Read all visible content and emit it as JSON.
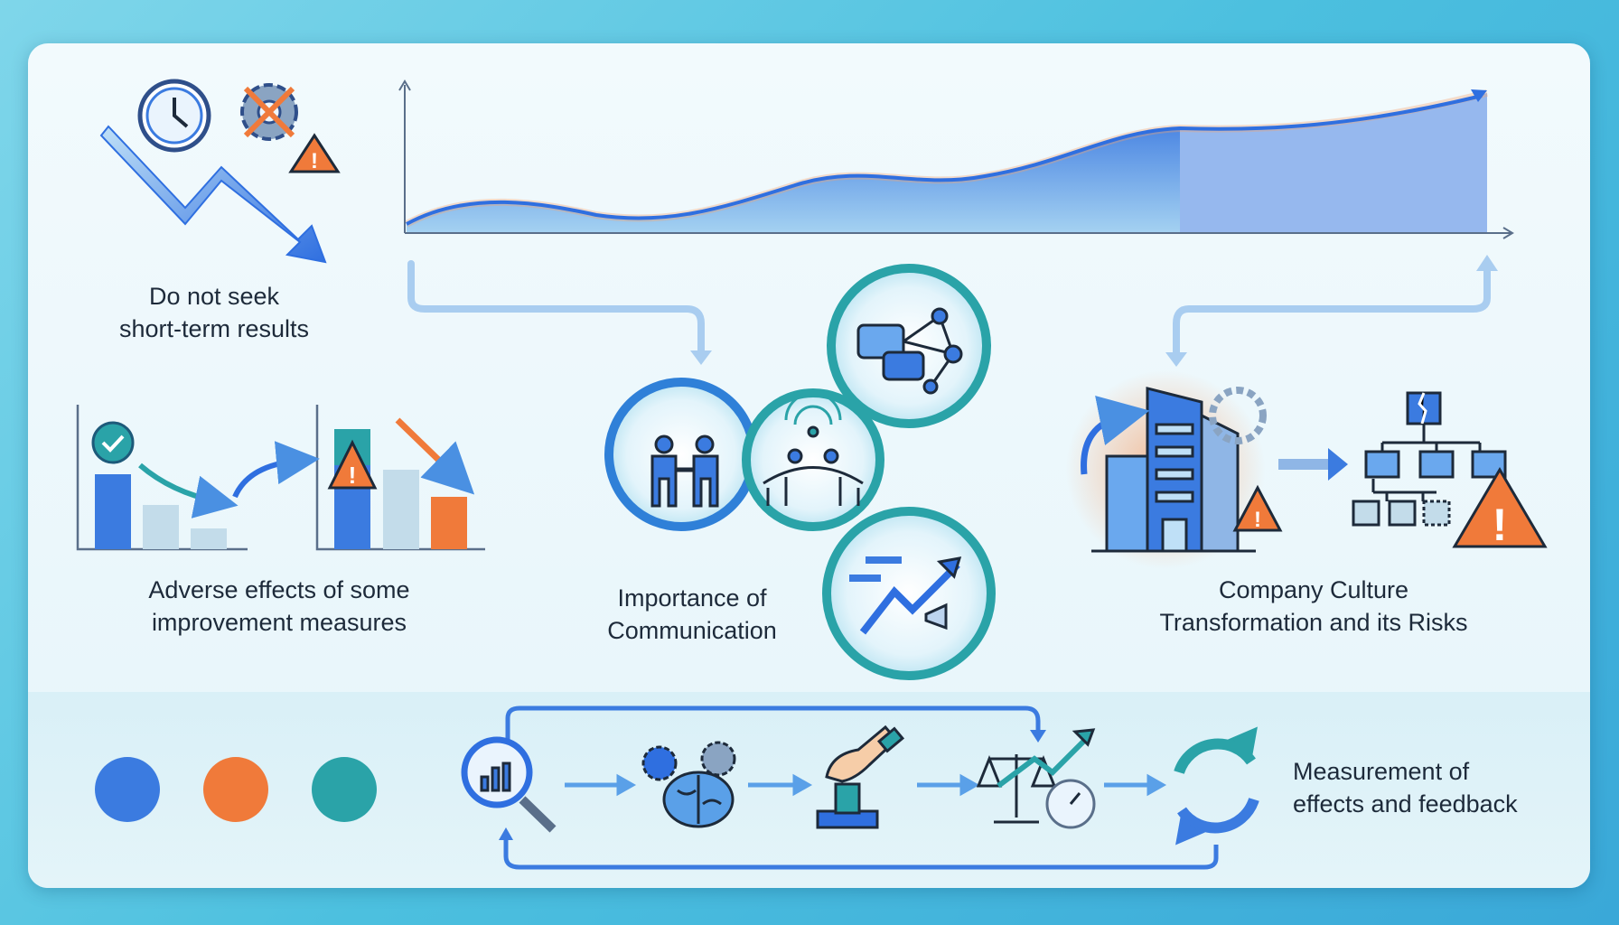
{
  "sections": {
    "short_term": {
      "line1": "Do not seek",
      "line2": "short-term results"
    },
    "adverse": {
      "line1": "Adverse effects of some",
      "line2": "improvement measures"
    },
    "communication": {
      "line1": "Importance of",
      "line2": "Communication"
    },
    "culture": {
      "line1": "Company Culture",
      "line2": "Transformation and its Risks"
    },
    "measurement": {
      "line1": "Measurement of",
      "line2": "effects and feedback"
    }
  },
  "palette": {
    "blue": "#3b7be0",
    "orange": "#f07a3a",
    "teal": "#2aa3a8"
  },
  "icons": [
    "clock-icon",
    "broken-gear-icon",
    "warning-icon",
    "down-trend-arrow-icon",
    "bar-chart-icon",
    "handshake-icon",
    "bridge-people-icon",
    "chat-network-icon",
    "growth-megaphone-icon",
    "building-icon",
    "org-chart-icon",
    "magnifier-chart-icon",
    "brain-gears-icon",
    "hand-vote-icon",
    "balance-gauge-icon",
    "refresh-cycle-icon"
  ]
}
